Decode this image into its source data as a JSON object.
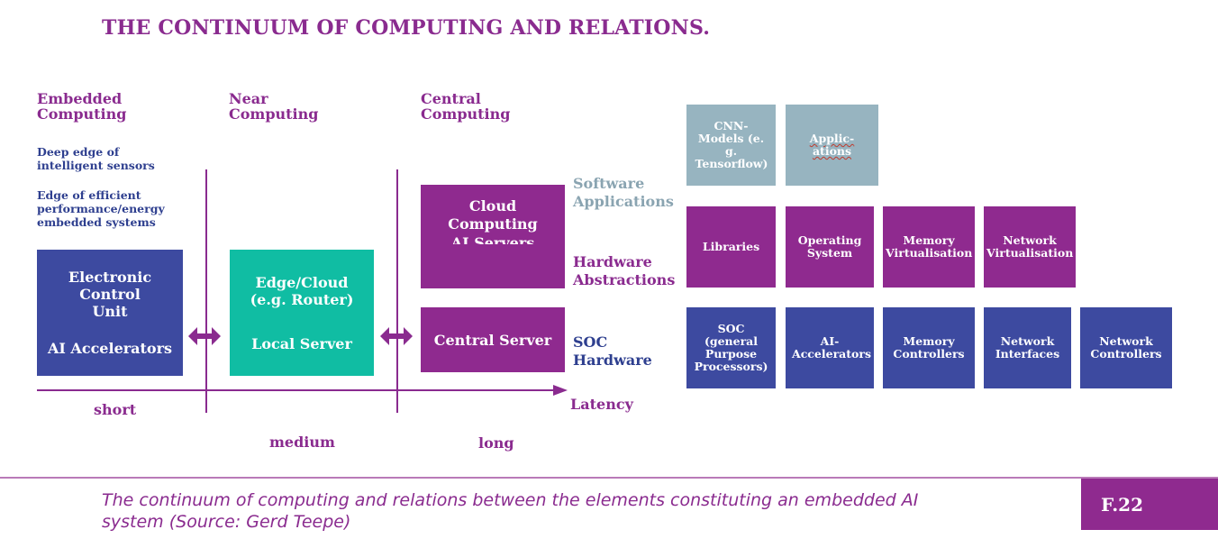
{
  "title": "THE CONTINUUM OF COMPUTING AND RELATIONS.",
  "columns": {
    "embedded": "Embedded Computing",
    "near": "Near Computing",
    "central": "Central Computing"
  },
  "notes": {
    "deep_edge": "Deep edge of intelligent sensors",
    "edge_efficient": "Edge of efficient performance/energy embedded systems"
  },
  "left_boxes": {
    "ecu": "Electronic Control Unit",
    "ai_accel": "AI Accelerators",
    "edge_cloud": "Edge/Cloud (e.g. Router)",
    "local_server": "Local Server",
    "cloud_computing": "Cloud Computing",
    "ai_servers": "AI Servers",
    "central_server": "Central Server"
  },
  "side_labels": {
    "software_applications": "Software Applications",
    "hardware_abstractions": "Hardware Abstractions",
    "soc_hardware": "SOC Hardware"
  },
  "latency": {
    "label": "Latency",
    "short": "short",
    "medium": "medium",
    "long": "long"
  },
  "stack": {
    "software": [
      "CNN-Models (e. g. Tensorflow)",
      "Applic-ations"
    ],
    "abstractions": [
      "Libraries",
      "Operating System",
      "Memory Virtualisation",
      "Network Virtualisation"
    ],
    "hardware": [
      "SOC (general Purpose Processors)",
      "AI-Accelerators",
      "Memory Controllers",
      "Network Interfaces",
      "Network Controllers"
    ]
  },
  "caption": "The continuum of computing and relations between the elements constituting an embedded AI system (Source: Gerd Teepe)",
  "figure_label": "F.22",
  "colors": {
    "purple": "#8f2a8f",
    "blue": "#3d4aa0",
    "teal": "#10bda3",
    "grey": "#97b4c0"
  }
}
